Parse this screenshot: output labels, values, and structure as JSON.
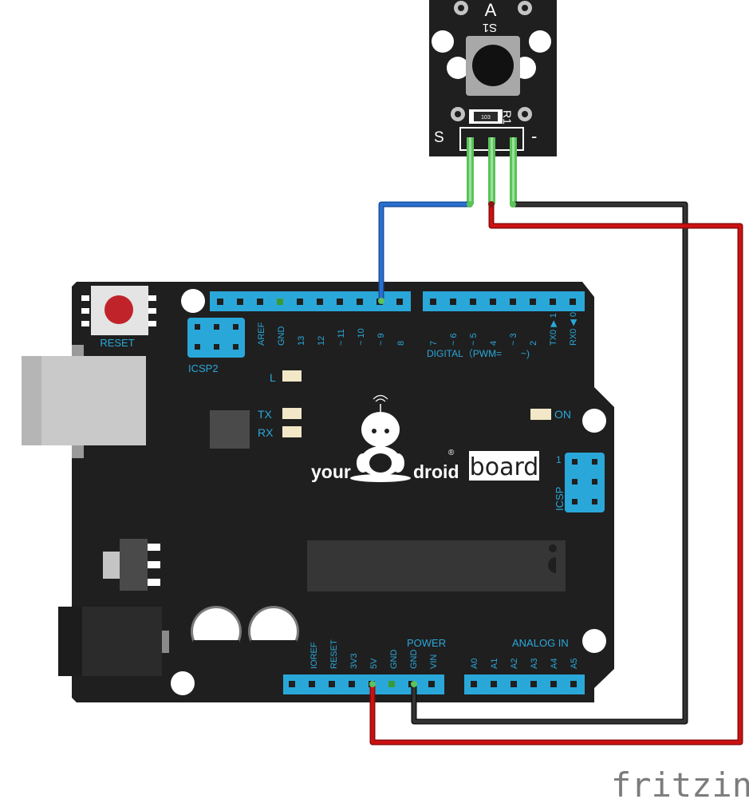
{
  "module": {
    "pin_s": "S",
    "pin_minus": "-",
    "button_label": "A",
    "switch_ref": "S1",
    "resistor_ref": "R1",
    "resistor_code": "103"
  },
  "board": {
    "reset_label": "RESET",
    "icsp2_label": "ICSP2",
    "icsp_label": "ICSP",
    "icsp_pin1": "1",
    "led_l": "L",
    "led_tx": "TX",
    "led_rx": "RX",
    "led_on": "ON",
    "brand_your": "your",
    "brand_droid": "droid",
    "brand_board": "board",
    "registered": "®",
    "digital_label": "DIGITAL（PWM=",
    "digital_tilde": "~)",
    "power_label": "POWER",
    "analog_label": "ANALOG  IN",
    "digital_pins_left": [
      "AREF",
      "GND",
      "13",
      "12",
      "~ 11",
      "~ 10",
      "~ 9",
      "8"
    ],
    "digital_pins_right": [
      "7",
      "~ 6",
      "~ 5",
      "4",
      "~ 3",
      "2",
      "TX0 ▶ 1",
      "RX0 ◀ 0"
    ],
    "power_pins": [
      "IOREF",
      "RESET",
      "3V3",
      "5V",
      "GND",
      "GND",
      "VIN"
    ],
    "analog_pins": [
      "A0",
      "A1",
      "A2",
      "A3",
      "A4",
      "A5"
    ]
  },
  "wires": [
    {
      "from": "S",
      "to": "~ 9",
      "color": "#2a6fd0"
    },
    {
      "from": "middle",
      "to": "5V",
      "color": "#cc1111"
    },
    {
      "from": "-",
      "to": "GND",
      "color": "#222222"
    }
  ],
  "colors": {
    "board": "#1f1f1f",
    "header": "#2aa7d9",
    "label": "#2aa7d9",
    "leg": "#5cc25a"
  },
  "watermark": "fritzing"
}
